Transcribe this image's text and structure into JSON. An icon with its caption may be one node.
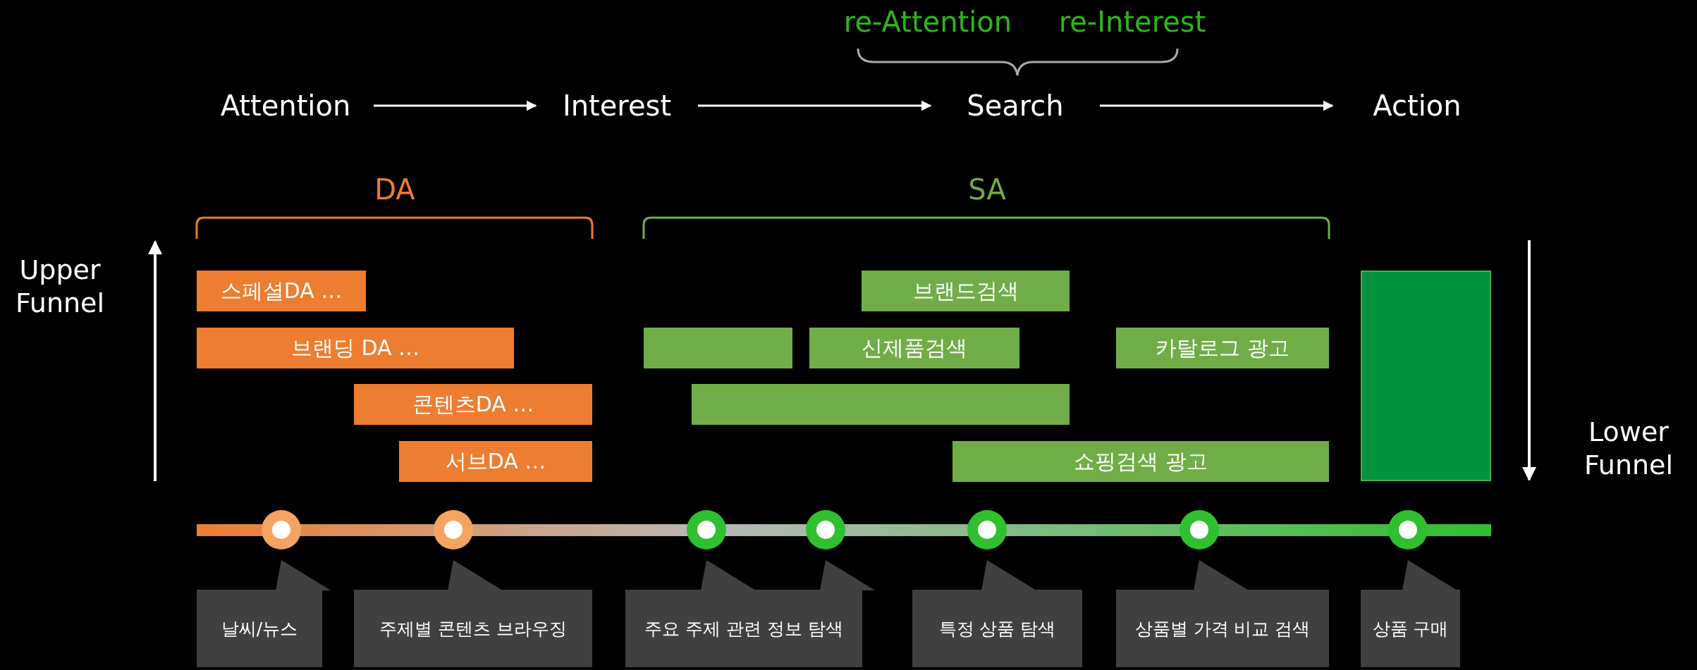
{
  "diagram": {
    "nodes": [
      {
        "text": [
          "Attention"
        ]
      },
      {
        "text": [
          "Interest"
        ]
      },
      {
        "text": [
          "Search"
        ]
      },
      {
        "text": [
          "Action"
        ]
      },
      {
        "text": [
          "스페셜DA …"
        ]
      },
      {
        "text": [
          "브랜드검색"
        ]
      },
      {
        "text": [],
        "shape": "box"
      },
      {
        "text": [
          "브랜딩 DA …"
        ]
      },
      {
        "text": [],
        "shape": "bar"
      },
      {
        "text": [
          "신제품검색"
        ]
      },
      {
        "text": [
          "카탈로그 광고"
        ]
      },
      {
        "text": [
          "콘텐츠DA …"
        ]
      },
      {
        "text": [],
        "shape": "bar"
      },
      {
        "text": [
          "서브DA …"
        ]
      },
      {
        "text": [
          "쇼핑검색 광고"
        ]
      },
      {
        "text": [
          "날씨/뉴스"
        ]
      },
      {
        "text": [
          "주제별 콘텐츠 브라우징"
        ]
      },
      {
        "text": [
          "주요 주제 관련 정보 탐색"
        ]
      },
      {
        "text": [
          "특정 상품 탐색"
        ]
      },
      {
        "text": [
          "상품별 가격 비교 검색"
        ]
      },
      {
        "text": [
          "상품 구매"
        ]
      }
    ],
    "edges": [
      {
        "from": 0,
        "to": 1,
        "arrow": "to"
      },
      {
        "from": 1,
        "to": 2,
        "arrow": "to"
      },
      {
        "from": 2,
        "to": 3,
        "arrow": "to"
      }
    ],
    "labels": [
      "re-Attention",
      "re-Interest",
      "DA",
      "SA",
      "Upper Funnel",
      "Lower Funnel"
    ]
  }
}
